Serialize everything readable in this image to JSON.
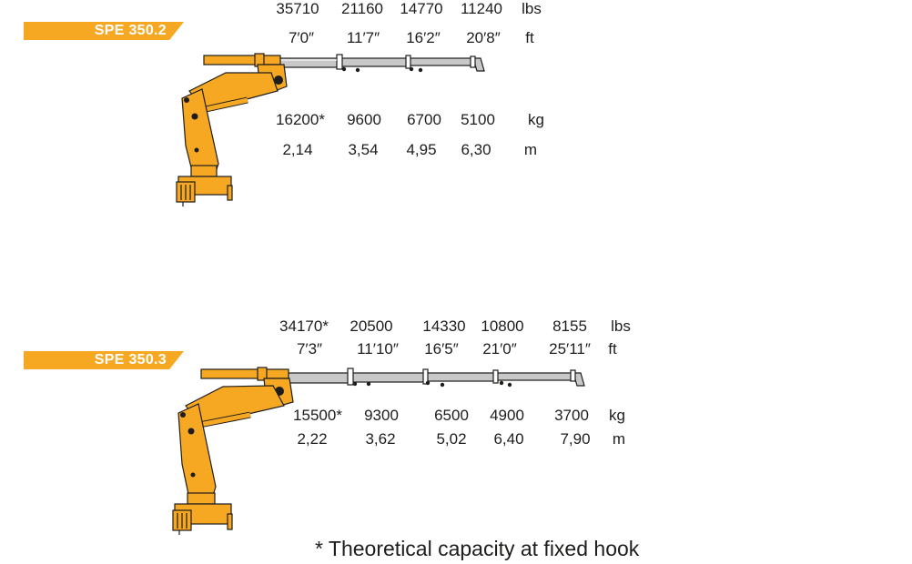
{
  "models": [
    {
      "name": "SPE 350.2",
      "rows": {
        "lbs": [
          "35710",
          "21160",
          "14770",
          "11240",
          "lbs"
        ],
        "ft": [
          "7′0″",
          "11′7″",
          "16′2″",
          "20′8″",
          "ft"
        ],
        "kg": [
          "16200*",
          "9600",
          "6700",
          "5100",
          "kg"
        ],
        "m": [
          "2,14",
          "3,54",
          "4,95",
          "6,30",
          "m"
        ]
      }
    },
    {
      "name": "SPE 350.3",
      "rows": {
        "lbs": [
          "34170*",
          "20500",
          "14330",
          "10800",
          "8155",
          "lbs"
        ],
        "ft": [
          "7′3″",
          "11′10″",
          "16′5″",
          "21′0″",
          "25′11″",
          "ft"
        ],
        "kg": [
          "15500*",
          "9300",
          "6500",
          "4900",
          "3700",
          "kg"
        ],
        "m": [
          "2,22",
          "3,62",
          "5,02",
          "6,40",
          "7,90",
          "m"
        ]
      }
    }
  ],
  "footnote": "* Theoretical capacity at fixed hook",
  "colors": {
    "accent": "#f7a823",
    "boom": "#c8c8c8",
    "text": "#1d1d1b"
  }
}
